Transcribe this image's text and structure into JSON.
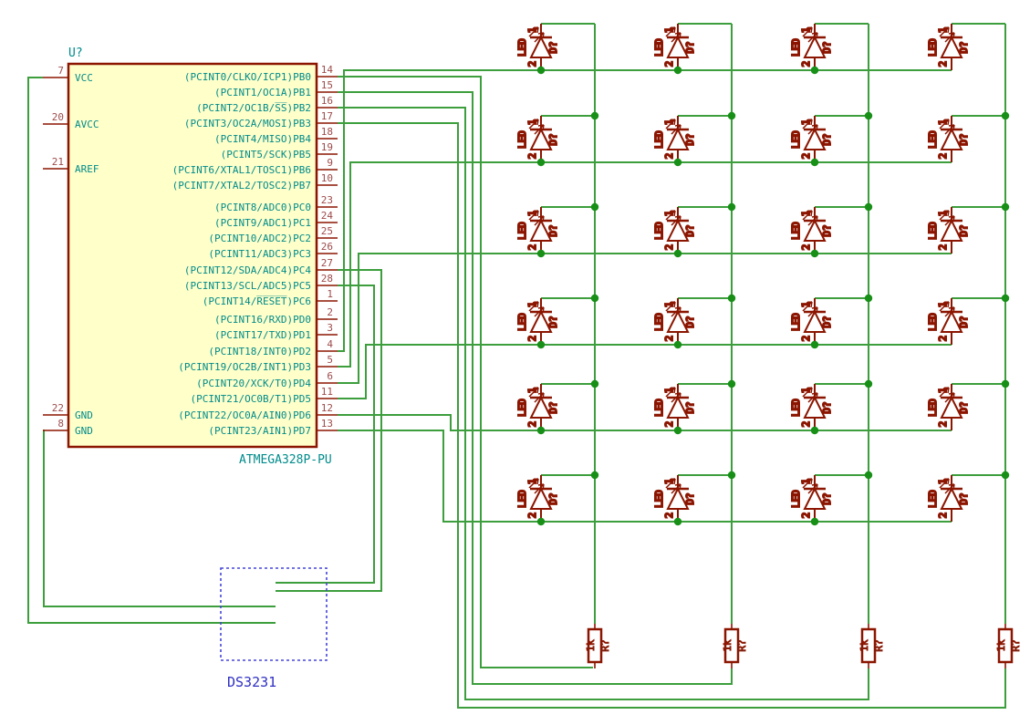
{
  "schematic": {
    "ic": {
      "refdes": "U?",
      "part": "ATMEGA328P-PU",
      "left_pins": [
        {
          "num": "7",
          "name": "VCC"
        },
        {
          "num": "20",
          "name": "AVCC"
        },
        {
          "num": "21",
          "name": "AREF"
        },
        {
          "num": "22",
          "name": "GND"
        },
        {
          "num": "8",
          "name": "GND"
        }
      ],
      "right_pins": [
        {
          "num": "14",
          "name": "(PCINT0/CLKO/ICP1)PB0"
        },
        {
          "num": "15",
          "name": "(PCINT1/OC1A)PB1"
        },
        {
          "num": "16",
          "name": "(PCINT2/OC1B/S̅S̅)PB2"
        },
        {
          "num": "17",
          "name": "(PCINT3/OC2A/MOSI)PB3"
        },
        {
          "num": "18",
          "name": "(PCINT4/MISO)PB4"
        },
        {
          "num": "19",
          "name": "(PCINT5/SCK)PB5"
        },
        {
          "num": "9",
          "name": "(PCINT6/XTAL1/TOSC1)PB6"
        },
        {
          "num": "10",
          "name": "(PCINT7/XTAL2/TOSC2)PB7"
        },
        {
          "num": "23",
          "name": "(PCINT8/ADC0)PC0"
        },
        {
          "num": "24",
          "name": "(PCINT9/ADC1)PC1"
        },
        {
          "num": "25",
          "name": "(PCINT10/ADC2)PC2"
        },
        {
          "num": "26",
          "name": "(PCINT11/ADC3)PC3"
        },
        {
          "num": "27",
          "name": "(PCINT12/SDA/ADC4)PC4"
        },
        {
          "num": "28",
          "name": "(PCINT13/SCL/ADC5)PC5"
        },
        {
          "num": "1",
          "name": "(PCINT14/R̅E̅S̅E̅T̅)PC6"
        },
        {
          "num": "2",
          "name": "(PCINT16/RXD)PD0"
        },
        {
          "num": "3",
          "name": "(PCINT17/TXD)PD1"
        },
        {
          "num": "4",
          "name": "(PCINT18/INT0)PD2"
        },
        {
          "num": "5",
          "name": "(PCINT19/OC2B/INT1)PD3"
        },
        {
          "num": "6",
          "name": "(PCINT20/XCK/T0)PD4"
        },
        {
          "num": "11",
          "name": "(PCINT21/OC0B/T1)PD5"
        },
        {
          "num": "12",
          "name": "(PCINT22/OC0A/AIN0)PD6"
        },
        {
          "num": "13",
          "name": "(PCINT23/AIN1)PD7"
        }
      ]
    },
    "rtc": {
      "label": "DS3231"
    },
    "led": {
      "type_label": "LED",
      "refdes": "D?",
      "cathode_pin": "1",
      "anode_pin": "2",
      "rows": 6,
      "columns": 4,
      "count": 24
    },
    "resistor": {
      "value": "1k",
      "refdes": "R?",
      "count": 4
    },
    "colors": {
      "background": "#FFFFFF",
      "wire": "#3C9E3C",
      "junction": "#189018",
      "component_outline": "#8B1500",
      "pin_number": "#9E4B4B",
      "pin_name": "#008B8B",
      "ic_fill": "#FFFFC9",
      "rtc_blue": "#4646D8"
    }
  }
}
